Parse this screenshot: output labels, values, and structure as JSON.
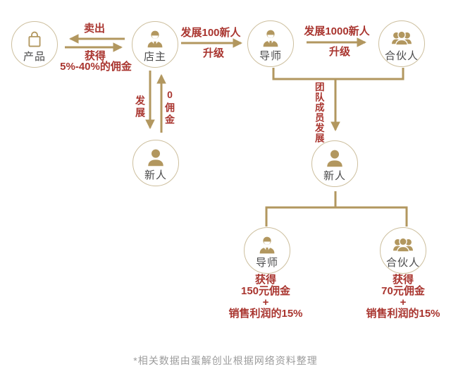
{
  "colors": {
    "gold": "#b2975f",
    "circle_border": "#cdbf9e",
    "red": "#a9352f",
    "node_label": "#4a4a4b",
    "caption_gray": "#9c9c9c"
  },
  "nodes": [
    {
      "id": "product",
      "label": "产品",
      "icon": "bag-icon"
    },
    {
      "id": "shop-owner",
      "label": "店主",
      "icon": "suit-person-icon"
    },
    {
      "id": "mentor-top",
      "label": "导师",
      "icon": "suit-person-icon"
    },
    {
      "id": "partner-top",
      "label": "合伙人",
      "icon": "group-icon"
    },
    {
      "id": "newcomer-left",
      "label": "新人",
      "icon": "person-icon"
    },
    {
      "id": "newcomer-right",
      "label": "新人",
      "icon": "person-icon"
    },
    {
      "id": "mentor-bottom",
      "label": "导师",
      "icon": "suit-person-icon"
    },
    {
      "id": "partner-bottom",
      "label": "合伙人",
      "icon": "group-icon"
    }
  ],
  "edge_labels": {
    "sell_out": "卖出",
    "gain": "获得",
    "commission_rate": "5%-40%的佣金",
    "develop_100": "发展100新人",
    "upgrade_1": "升级",
    "develop_1000": "发展1000新人",
    "upgrade_2": "升级",
    "develop": "发展",
    "zero_commission": "0佣金",
    "team_member_develop": "团队成员发展"
  },
  "rewards": {
    "mentor_gain": {
      "lines": [
        "获得",
        "150元佣金",
        "+",
        "销售利润的15%"
      ]
    },
    "partner_gain": {
      "lines": [
        "获得",
        "70元佣金",
        "+",
        "销售利润的15%"
      ]
    }
  },
  "caption": "*相关数据由蛋解创业根据网络资料整理"
}
